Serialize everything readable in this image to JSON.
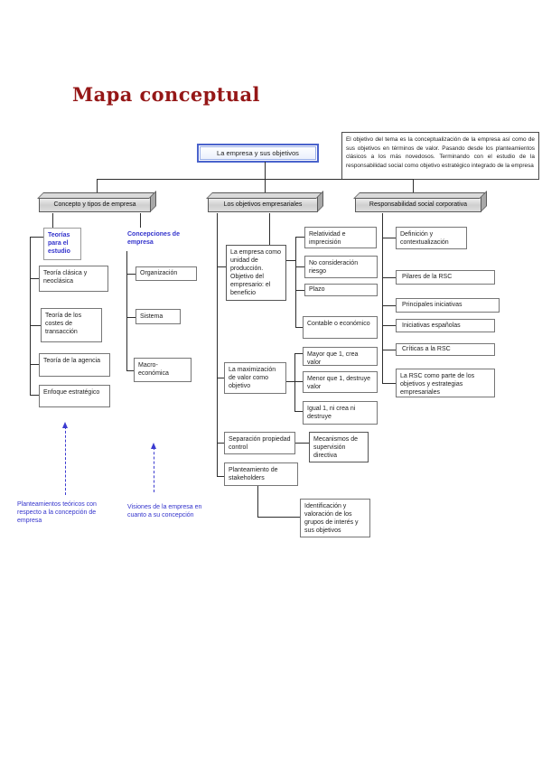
{
  "page": {
    "title": "Mapa conceptual"
  },
  "colors": {
    "title_red": "#951717",
    "note_blue": "#3333cc",
    "connector": "#2e2e2e"
  },
  "nodes": {
    "root": "La empresa y sus objetivos",
    "summary": "El objetivo del tema es la conceptualización de la empresa así como de sus objetivos en términos de valor. Pasando desde los planteamientos clásicos a los más novedosos. Terminando con el estudio de la responsabilidad social como objetivo estratégico integrado de la empresa",
    "branch1": "Concepto y tipos de empresa",
    "branch2": "Los objetivos empresariales",
    "branch3": "Responsabilidad social corporativa",
    "teorias": "Teorías para el estudio",
    "concepciones": "Concepciones de empresa",
    "clasica": "Teoría clásica y neoclásica",
    "costes": "Teoría de los costes de transacción",
    "agencia": "Teoría de la agencia",
    "enfoque": "Enfoque estratégico",
    "organizacion": "Organización",
    "sistema": "Sistema",
    "macro": "Macro-económica",
    "unidad_produccion": "La empresa como unidad de producción. Objetivo del empresario: el beneficio",
    "relatividad": "Relatividad e imprecisión",
    "no_consideracion": "No consideración riesgo",
    "plazo": "Plazo",
    "contable": "Contable o económico",
    "maximizacion": "La maximización de valor como objetivo",
    "mayor": "Mayor que 1, crea valor",
    "menor": "Menor que 1, destruye valor",
    "igual": "Igual 1, ni crea ni destruye",
    "separacion": "Separación propiedad control",
    "mecanismos": "Mecanismos de supervisión directiva",
    "planteamiento": "Planteamiento de stakeholders",
    "identificacion": "Identificación y valoración de los grupos de interés y sus objetivos",
    "definicion": "Definición y contextualización",
    "pilares": "Pilares de la RSC",
    "principales": "Principales iniciativas",
    "iniciativas": "Iniciativas españolas",
    "criticas": "Críticas a la RSC",
    "rsc_parte": "La RSC como parte de los objetivos y estrategias empresariales",
    "nota1": "Planteamientos teóricos con respecto a la concepción de empresa",
    "nota2": "Visiones de la empresa en cuanto a su concepción"
  }
}
